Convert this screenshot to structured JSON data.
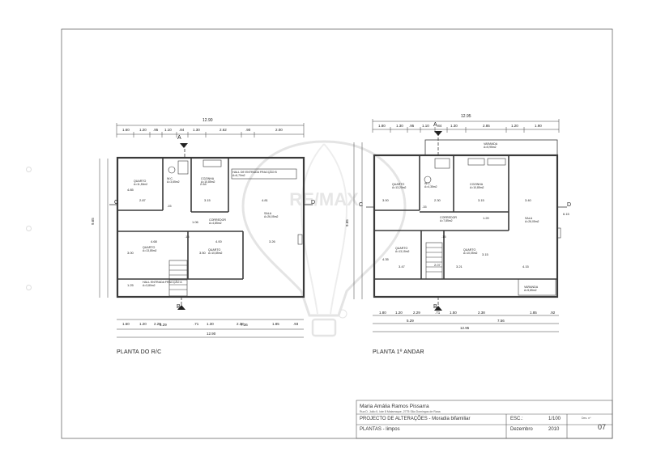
{
  "plans": {
    "left": {
      "title": "PLANTA DO R/C",
      "overall_dim": "12.90",
      "top_dims": [
        "1.60",
        "1.20",
        ".95",
        "1.10",
        ".84",
        "1.30",
        "2.62",
        ".90",
        "2.00"
      ],
      "bottom_dims": [
        "1.60",
        "1.20",
        "2.29",
        ".71",
        "1.30",
        "2.38",
        "1.85",
        ".93"
      ],
      "bottom_sub_dims": [
        "5.29",
        "7.36"
      ],
      "bottom_overall": "12.90",
      "side_dim": "9.65",
      "rooms": [
        {
          "name": "QUARTO",
          "area": "A=11,50m2"
        },
        {
          "name": "W.C.",
          "area": "A=3,65m2"
        },
        {
          "name": "COZINHA",
          "area": "A=10,85m2"
        },
        {
          "name": "HALL DE ENTRADA FRACÇÃO B",
          "area": "A=6,70m2"
        },
        {
          "name": "SALA",
          "area": "A=26,05m2"
        },
        {
          "name": "CORREDOR",
          "area": "A=4,85m2"
        },
        {
          "name": "QUARTO",
          "area": "A=13,85m2"
        },
        {
          "name": "QUARTO",
          "area": "A=10,85m2"
        },
        {
          "name": "HALL ENTRADA FRACÇÃO A",
          "area": "A=3,80m2"
        }
      ],
      "inner_dims": [
        "2.87",
        "3.15",
        "4.81",
        "4.85",
        "4.68",
        "4.00",
        "3.26",
        "3.50",
        "3.00",
        "1.25",
        "1.06",
        ".15",
        ".15",
        "2.64"
      ],
      "section_marks": {
        "top": "A",
        "bottom": "B",
        "left": "C",
        "right": "D"
      }
    },
    "right": {
      "title": "PLANTA 1º ANDAR",
      "overall_dim": "12.95",
      "top_dims": [
        "1.80",
        "1.30",
        ".95",
        "1.10",
        ".84",
        "1.30",
        "2.85",
        "1.20",
        "1.90"
      ],
      "bottom_dims": [
        "1.80",
        "1.20",
        "2.29",
        ".71",
        "1.50",
        "2.38",
        "1.85",
        ".92"
      ],
      "bottom_sub_dims": [
        "5.29",
        "7.56"
      ],
      "bottom_overall": "12.95",
      "side_dim": "9.65",
      "rooms": [
        {
          "name": "VARANDA",
          "area": "A=5,95m2"
        },
        {
          "name": "QUARTO",
          "area": "A=13,20m2"
        },
        {
          "name": "W.C.",
          "area": "A=4,35m2"
        },
        {
          "name": "COZINHA",
          "area": "A=10,85m2"
        },
        {
          "name": "SALA",
          "area": "A=26,05m2"
        },
        {
          "name": "CORREDOR",
          "area": "A=7,85m2"
        },
        {
          "name": "QUARTO",
          "area": "A=13,15m2"
        },
        {
          "name": "QUARTO",
          "area": "A=10,05m2"
        },
        {
          "name": "VARANDA",
          "area": "A=5,85m2"
        }
      ],
      "inner_dims": [
        "3.00",
        "2.30",
        "3.15",
        "3.40",
        "6.15",
        "3.47",
        "3.21",
        "4.15",
        "4.35",
        "3.15",
        "1.20",
        ".15",
        ".15",
        "2.07"
      ],
      "section_marks": {
        "top": "A",
        "bottom": "B",
        "left": "C",
        "right": "D"
      }
    }
  },
  "title_block": {
    "author": "Maria Amália Ramos Pissarra",
    "address": "Rua D. João II, lote 8 Matarraque, 2775 São Domingos de Rana",
    "project": "PROJECTO DE ALTERAÇÕES - Moradia bifamiliar",
    "esc_label": "ESC.:",
    "scale": "1/100",
    "des_label": "Des. nº",
    "sheet_number": "07",
    "drawing": "PLANTAS - limpos",
    "month": "Dezembro",
    "year": "2010"
  },
  "watermark": {
    "text": "RE/MAX"
  },
  "colors": {
    "line": "#3a3a3a",
    "thin": "#777777",
    "paper": "#ffffff",
    "watermark": "#e6e6e6"
  }
}
